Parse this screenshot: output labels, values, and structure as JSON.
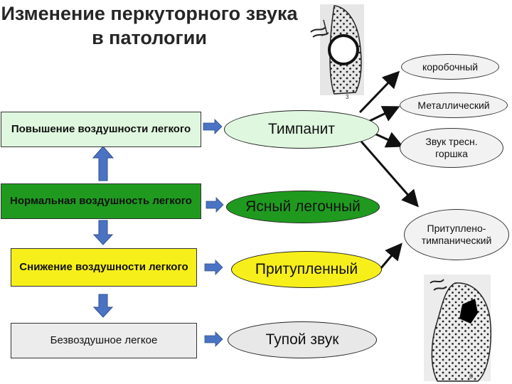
{
  "title": "Изменение перкуторного звука в патологии",
  "left_boxes": [
    {
      "label": "Повышение воздушности легкого",
      "color": "#dff7df"
    },
    {
      "label": "Нормальная воздушность легкого",
      "color": "#1f9a1f"
    },
    {
      "label": "Снижение воздушности легкого",
      "color": "#f7ef1a"
    },
    {
      "label": "Безвоздушное легкое",
      "color": "#ececec"
    }
  ],
  "sound_ovals": [
    {
      "label": "Тимпанит",
      "color": "#dff7df"
    },
    {
      "label": "Ясный легочный",
      "color": "#1f9a1f"
    },
    {
      "label": "Притупленный",
      "color": "#f7ef1a"
    },
    {
      "label": "Тупой звук",
      "color": "#e8e8e8"
    }
  ],
  "sub_sounds": [
    {
      "label": "коробочный"
    },
    {
      "label": "Металлический"
    },
    {
      "label": "Звук тресн. горшка"
    },
    {
      "label": "Притуплено-тимпанический"
    }
  ],
  "figure_numbers": {
    "top": "3",
    "bottom": "6"
  }
}
